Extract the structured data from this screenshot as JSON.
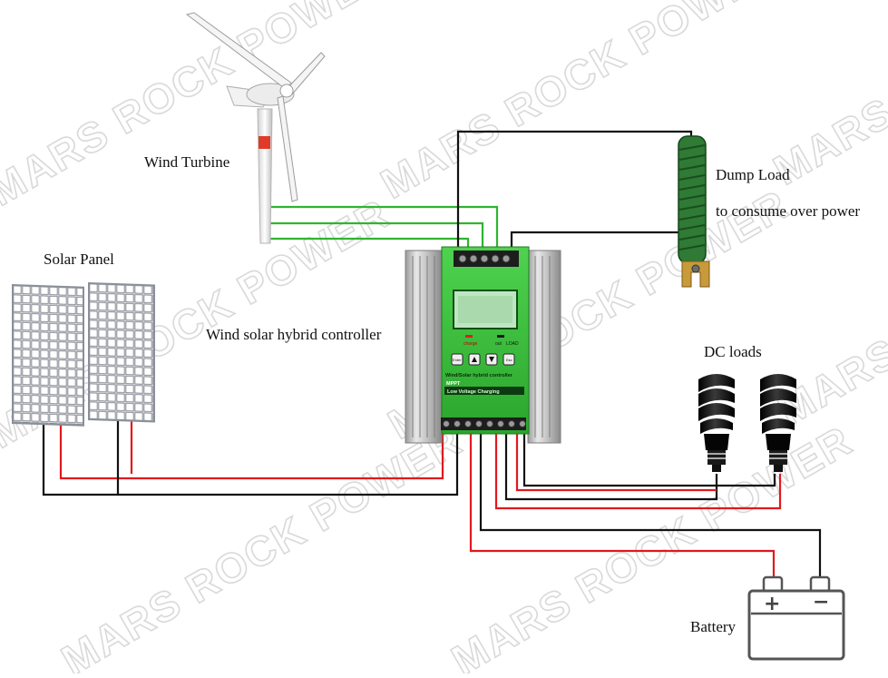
{
  "watermark": "MARS ROCK POWER",
  "labels": {
    "wind_turbine": "Wind Turbine",
    "solar_panel": "Solar Panel",
    "controller": "Wind solar hybrid controller",
    "dump_load": "Dump Load",
    "dump_load_note": "to consume over power",
    "dc_loads": "DC loads",
    "battery": "Battery"
  },
  "controller_face": {
    "charge": "charge",
    "out": "out",
    "load": "LOAD",
    "line1": "Wind/Solar hybrid controller",
    "line2": "MPPT",
    "line3": "Low Voltage Charging",
    "btn_enter": "Enter",
    "btn_esc": "Esc"
  },
  "battery_terminals": {
    "positive": "+",
    "negative": "−"
  },
  "colors": {
    "wire_green": "#2fb52f",
    "wire_red": "#e0191e",
    "wire_black": "#111111",
    "controller_green": "#39c63a",
    "dump_load_green": "#2f7a35"
  }
}
